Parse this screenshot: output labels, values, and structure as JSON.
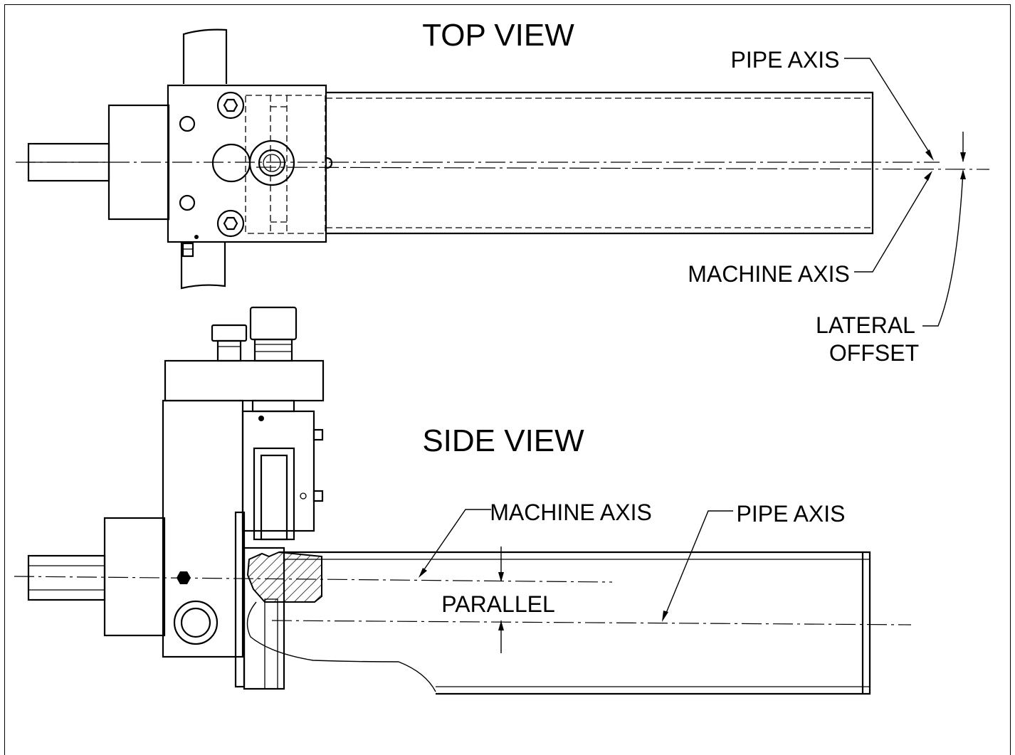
{
  "drawing": {
    "top_view": {
      "title": "TOP VIEW",
      "pipe_axis_label": "PIPE AXIS",
      "machine_axis_label": "MACHINE AXIS",
      "offset_label_line1": "LATERAL",
      "offset_label_line2": "OFFSET"
    },
    "side_view": {
      "title": "SIDE VIEW",
      "machine_axis_label": "MACHINE AXIS",
      "pipe_axis_label": "PIPE AXIS",
      "parallel_label": "PARALLEL"
    },
    "colors": {
      "line": "#000000",
      "background": "#ffffff"
    }
  }
}
